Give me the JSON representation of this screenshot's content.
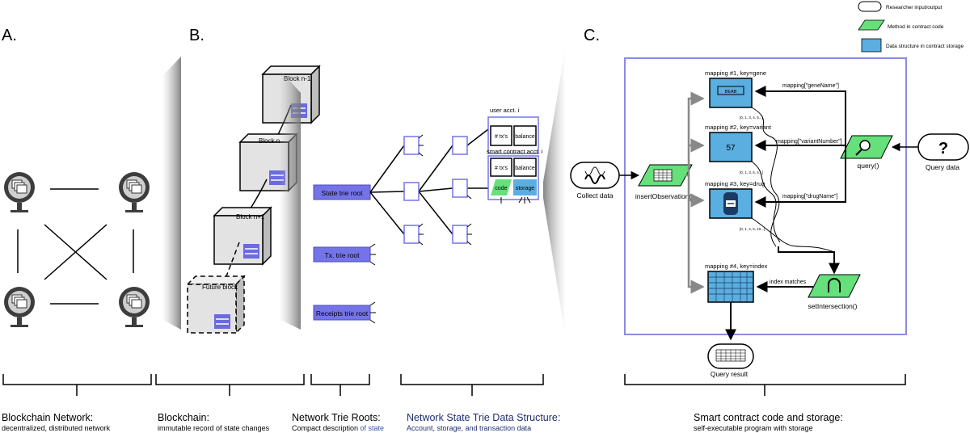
{
  "panels": {
    "a": {
      "letter": "A.",
      "caption_title": "Blockchain Network:",
      "caption_sub": "decentralized, distributed network"
    },
    "b": {
      "letter": "B.",
      "blocks": [
        "Block n-1",
        "Block n",
        "Block n+1",
        "Future block"
      ],
      "caption_title": "Blockchain:",
      "caption_sub": "immutable record of state changes"
    },
    "roots": {
      "items": [
        "State trie root",
        "Tx. trie root",
        "Receipts trie root"
      ],
      "caption_title": "Network Trie Roots:",
      "caption_sub_black": "Compact description ",
      "caption_sub_blue": "of state"
    },
    "trie": {
      "user_account": "user acct. i",
      "smart_contract": "smart contract acct. i",
      "tx_field": "# tx's",
      "balance_field": "balance",
      "code_field": "code",
      "storage_field": "storage",
      "caption_title": "Network State Trie Data Structure:",
      "caption_sub": "Account, storage, and transaction data"
    },
    "c": {
      "letter": "C.",
      "collect_data": "Collect data",
      "insert": "insertObservation()",
      "mapping1": "mapping #1, key=gene",
      "mapping1_inner": "BEAB",
      "mapping1_list": "[0, 1, 3, 4, 5...]",
      "mapping2": "mapping #2, key=variant",
      "mapping2_value": "57",
      "mapping2_list": "[0, 1, 3, 5, 4...]",
      "mapping3": "mapping #3, key=drug",
      "mapping3_list": "[0, 1, 4, 5, 10...]",
      "mapping4": "mapping #4, key=index",
      "gene_query": "mapping[\"geneName\"]",
      "variant_query": "mapping[\"variantNumber\"]",
      "drug_query": "mapping[\"drugName\"]",
      "index_matches": "index matches",
      "set_intersection": "setIntersection()",
      "query_fn": "query()",
      "query_symbol": "?",
      "query_data": "Query data",
      "query_result": "Query result",
      "caption_title": "Smart contract code and storage:",
      "caption_sub": "self-executable program with storage"
    },
    "legend": {
      "items": [
        "Researcher input/output",
        "Method in contract code",
        "Data structure in contract storage"
      ]
    }
  },
  "colors": {
    "trie_blue": "#6b6be0",
    "fill_blue": "#7474e8",
    "storage_blue": "#5aaee0",
    "method_green": "#66e07a",
    "frame_purple": "#8a8ae6"
  }
}
